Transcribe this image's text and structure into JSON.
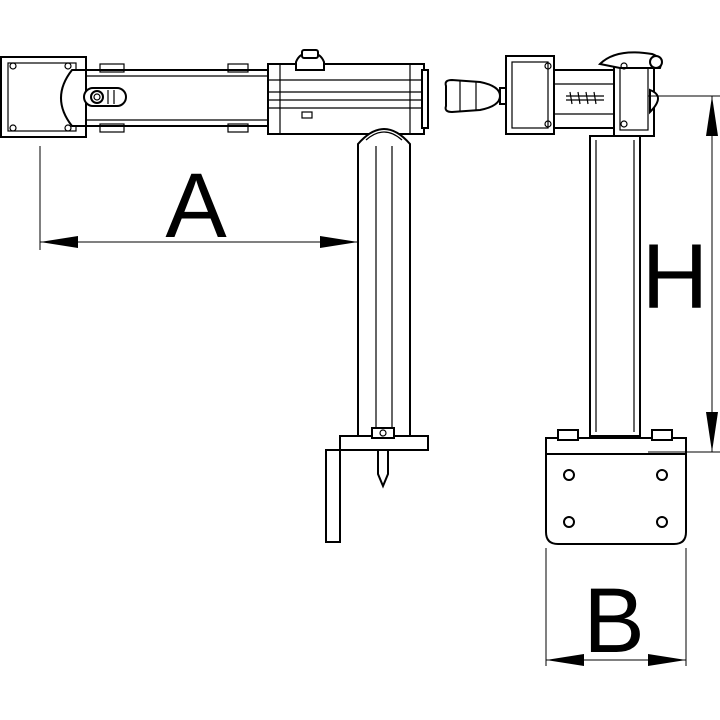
{
  "dimensions": {
    "a": "A",
    "b": "B",
    "h": "H"
  },
  "colors": {
    "line": "#000000",
    "background": "#ffffff"
  }
}
